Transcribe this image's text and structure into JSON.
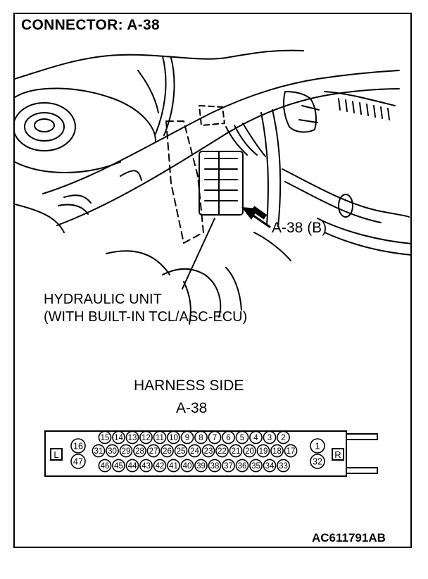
{
  "title": "CONNECTOR: A-38",
  "callout": "A-38 (B)",
  "unit_label": {
    "line1": "HYDRAULIC UNIT",
    "line2": "(WITH BUILT-IN TCL/ASC-ECU)"
  },
  "harness_side": "HARNESS SIDE",
  "connector_id": "A-38",
  "side_left": "L",
  "side_right": "R",
  "pins": {
    "row1": [
      "15",
      "14",
      "13",
      "12",
      "11",
      "10",
      "9",
      "8",
      "7",
      "6",
      "5",
      "4",
      "3",
      "2"
    ],
    "row2": [
      "31",
      "30",
      "29",
      "28",
      "27",
      "26",
      "25",
      "24",
      "23",
      "22",
      "21",
      "20",
      "19",
      "18",
      "17"
    ],
    "row3": [
      "46",
      "45",
      "44",
      "43",
      "42",
      "41",
      "40",
      "39",
      "38",
      "37",
      "36",
      "35",
      "34",
      "33"
    ],
    "left_col": [
      "16",
      "47"
    ],
    "right_col": [
      "1",
      "32"
    ]
  },
  "figure_code": "AC611791AB"
}
